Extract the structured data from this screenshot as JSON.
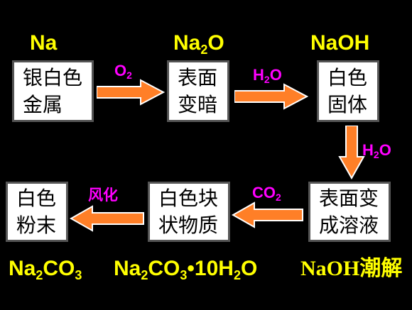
{
  "top_labels": {
    "na": {
      "symbol": "Na"
    },
    "na2o": {
      "a": "Na",
      "sub": "2",
      "b": "O"
    },
    "naoh": {
      "symbol": "NaOH"
    }
  },
  "boxes": {
    "silver_metal": {
      "line1": "银白色",
      "line2": "金属"
    },
    "surface_dark": {
      "line1": "表面",
      "line2": "变暗"
    },
    "white_solid": {
      "line1": "白色",
      "line2": "固体"
    },
    "surface_liquid": {
      "line1": "表面变",
      "line2": "成溶液"
    },
    "white_crystal": {
      "line1": "白色块",
      "line2": "状物质"
    },
    "white_powder": {
      "line1": "白色",
      "line2": "粉末"
    }
  },
  "reagents": {
    "o2": {
      "a": "O",
      "sub": "2"
    },
    "h2o_1": {
      "a": "H",
      "sub": "2",
      "b": "O"
    },
    "h2o_2": {
      "a": "H",
      "sub": "2",
      "b": "O"
    },
    "co2": {
      "a": "CO",
      "sub": "2"
    },
    "weathering": "风化"
  },
  "bottom_labels": {
    "na2co3": {
      "a": "Na",
      "s1": "2",
      "b": "CO",
      "s2": "3"
    },
    "hydrate": {
      "a": "Na",
      "s1": "2",
      "b": "CO",
      "s2": "3",
      "c": "•10H",
      "s3": "2",
      "d": "O"
    },
    "deliquescence": "NaOH潮解"
  },
  "colors": {
    "background": "#000000",
    "formula": "#ffff00",
    "reagent": "#ff00ff",
    "arrow": "#ff7f27",
    "box": "#ffffff"
  }
}
